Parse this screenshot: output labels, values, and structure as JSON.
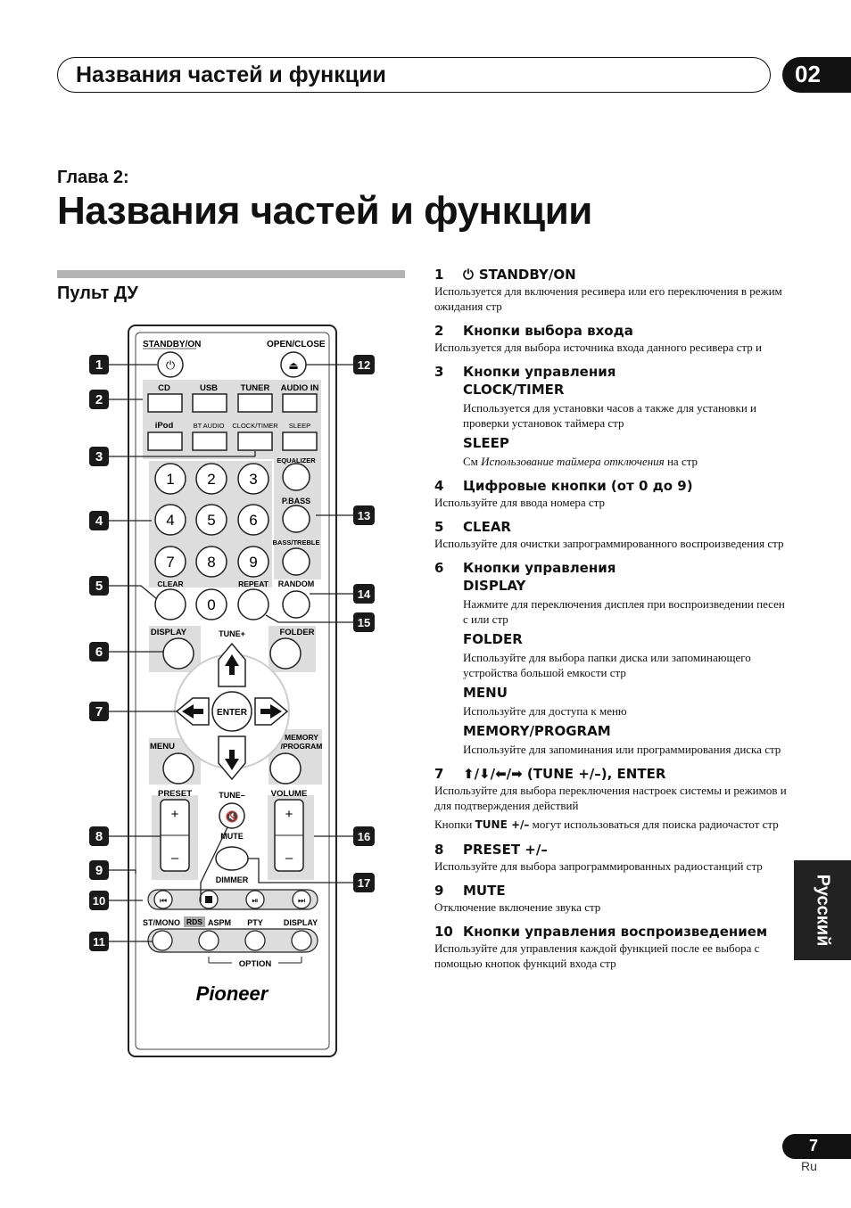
{
  "header": {
    "title": "Названия частей и функции",
    "chapter_num": "02"
  },
  "chapter_label": "Глава 2:",
  "main_title": "Названия частей и функции",
  "section_title": "Пульт ДУ",
  "remote": {
    "labels": {
      "standby": "STANDBY/ON",
      "open_close": "OPEN/CLOSE",
      "cd": "CD",
      "usb": "USB",
      "tuner": "TUNER",
      "audio_in": "AUDIO IN",
      "ipod": "iPod",
      "bt_audio": "BT AUDIO",
      "clock_timer": "CLOCK/TIMER",
      "sleep": "SLEEP",
      "equalizer": "EQUALIZER",
      "pbass": "P.BASS",
      "bass_treble": "BASS/TREBLE",
      "clear": "CLEAR",
      "repeat": "REPEAT",
      "random": "RANDOM",
      "display": "DISPLAY",
      "tune_plus": "TUNE+",
      "folder": "FOLDER",
      "enter": "ENTER",
      "menu": "MENU",
      "memory": "MEMORY",
      "program": "/PROGRAM",
      "preset": "PRESET",
      "tune_minus": "TUNE–",
      "volume": "VOLUME",
      "mute": "MUTE",
      "dimmer": "DIMMER",
      "plus": "+",
      "minus": "–",
      "st_mono": "ST/MONO",
      "rds": "RDS",
      "aspm": "ASPM",
      "pty": "PTY",
      "display2": "DISPLAY",
      "option": "OPTION",
      "brand": "Pioneer"
    },
    "digits": [
      "1",
      "2",
      "3",
      "4",
      "5",
      "6",
      "7",
      "8",
      "9",
      "0"
    ],
    "callouts": [
      "1",
      "2",
      "3",
      "4",
      "5",
      "6",
      "7",
      "8",
      "9",
      "10",
      "11",
      "12",
      "13",
      "14",
      "15",
      "16",
      "17"
    ]
  },
  "items": {
    "i1": {
      "num": "1",
      "title": "STANDBY/ON",
      "text": "Используется для включения ресивера или его переключения в режим ожидания  стр"
    },
    "i2": {
      "num": "2",
      "title": "Кнопки выбора входа",
      "text": "Используется для выбора источника входа данного ресивера  стр                          и"
    },
    "i3": {
      "num": "3",
      "title": "Кнопки управления",
      "title2": "CLOCK/TIMER",
      "text": "Используется для установки часов  а также для установки и проверки установок таймера  стр",
      "sub_title": "SLEEP",
      "sub_pre": "См ",
      "sub_it": "Использование таймера отключения",
      "sub_post": " на стр"
    },
    "i4": {
      "num": "4",
      "title": "Цифровые кнопки (от 0 до 9)",
      "text": "Используйте для ввода номера  стр"
    },
    "i5": {
      "num": "5",
      "title": "CLEAR",
      "text": "Используйте для очистки запрограммированного воспроизведения  стр"
    },
    "i6": {
      "num": "6",
      "title": "Кнопки управления",
      "title2": "DISPLAY",
      "text": "Нажмите для переключения дисплея при воспроизведении песен с        или           стр",
      "folder_title": "FOLDER",
      "folder_text": "Используйте для выбора папки диска                         или запоминающего устройства большой емкости   стр",
      "menu_title": "MENU",
      "menu_text": "Используйте для доступа к меню",
      "mem_title": "MEMORY/PROGRAM",
      "mem_text": "Используйте для запоминания или программирования диска                    стр"
    },
    "i7": {
      "num": "7",
      "title": "⬆/⬇/⬅/➡ (TUNE +/–), ENTER",
      "text": "Используйте для выбора переключения настроек системы и режимов и для подтверждения действий",
      "text2_b": "TUNE +/–",
      "text2_pre": "Кнопки ",
      "text2_post": " могут использоваться для поиска радиочастот  стр"
    },
    "i8": {
      "num": "8",
      "title": "PRESET +/–",
      "text": "Используйте для выбора запрограммированных радиостанций  стр"
    },
    "i9": {
      "num": "9",
      "title": "MUTE",
      "text": "Отключение включение звука  стр"
    },
    "i10": {
      "num": "10",
      "title": "Кнопки управления воспроизведением",
      "text": "Используйте для управления каждой функцией после ее выбора с помощью кнопок функций входа  стр"
    }
  },
  "side_tab": "Русский",
  "footer": {
    "page": "7",
    "lang": "Ru"
  }
}
